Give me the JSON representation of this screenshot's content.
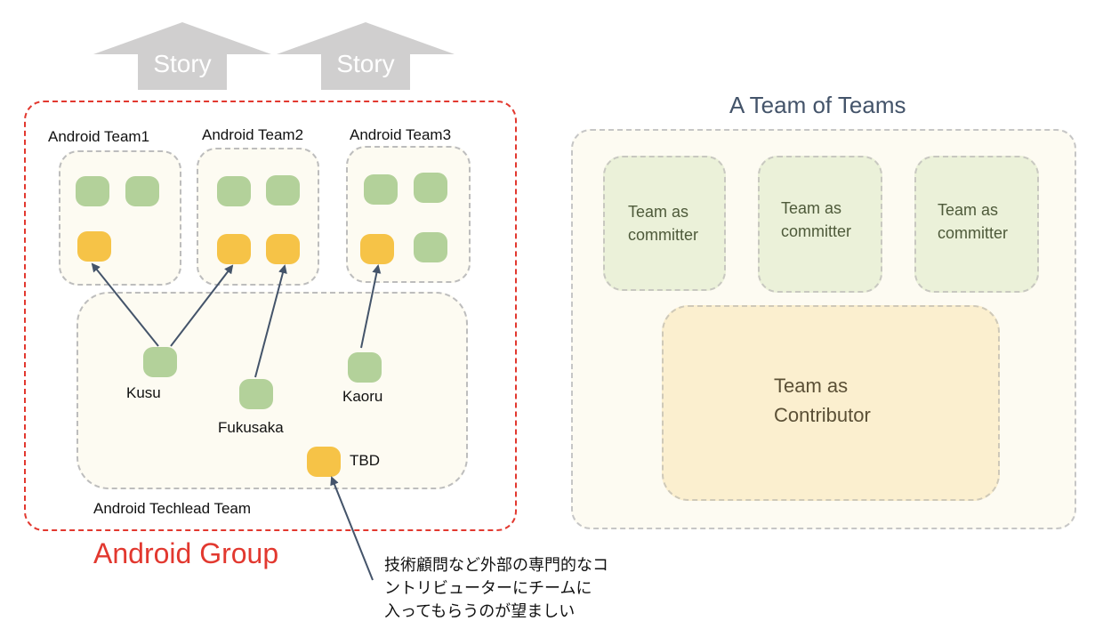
{
  "stories": [
    {
      "label": "Story"
    },
    {
      "label": "Story"
    }
  ],
  "android_group": {
    "title": "Android Group",
    "teams": [
      {
        "name": "Android Team1",
        "members": [
          "green",
          "green",
          "yellow"
        ]
      },
      {
        "name": "Android Team2",
        "members": [
          "green",
          "green",
          "yellow",
          "yellow"
        ]
      },
      {
        "name": "Android Team3",
        "members": [
          "green",
          "green",
          "yellow",
          "green"
        ]
      }
    ],
    "techlead_team": {
      "name": "Android Techlead Team",
      "members": [
        {
          "name": "Kusu",
          "color": "green"
        },
        {
          "name": "Fukusaka",
          "color": "green"
        },
        {
          "name": "Kaoru",
          "color": "green"
        },
        {
          "name": "TBD",
          "color": "yellow"
        }
      ]
    },
    "note": "技術顧問など外部の専門的なコ\nントリビューターにチームに\n入ってもらうのが望ましい"
  },
  "team_of_teams": {
    "title": "A Team of Teams",
    "committers": [
      {
        "label": "Team as\ncommitter"
      },
      {
        "label": "Team as\ncommitter"
      },
      {
        "label": "Team as\ncommitter"
      }
    ],
    "contributor": {
      "label": "Team as\nContributor"
    }
  },
  "colors": {
    "member_green": "#b3d19a",
    "member_yellow": "#f6c347",
    "group_border": "#e2382f",
    "arrow": "#44546a",
    "story_arrow": "#d0cfcf"
  }
}
